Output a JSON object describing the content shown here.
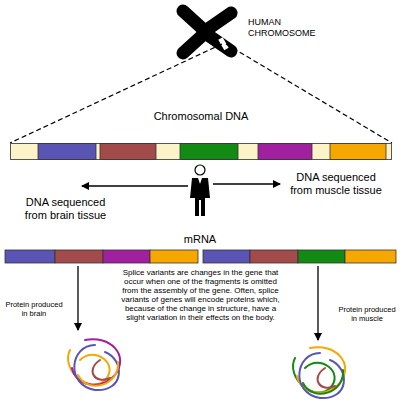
{
  "diagram": {
    "nodes": [
      {
        "text": [
          "Chromosomal DNA"
        ]
      }
    ],
    "labels": [
      "HUMAN CHROMOSOME",
      "DNA sequenced from brain tissue",
      "DNA sequenced from muscle tissue",
      "mRNA",
      "Protein produced in brain",
      "Splice variants are changes in the gene that occur when one of the fragments is omitted from the assembly of the gene. Often, splice variants of genes will encode proteins which, because of the change in structure, have a slight variation in their effects on the body.",
      "Protein produced in muscle"
    ]
  }
}
